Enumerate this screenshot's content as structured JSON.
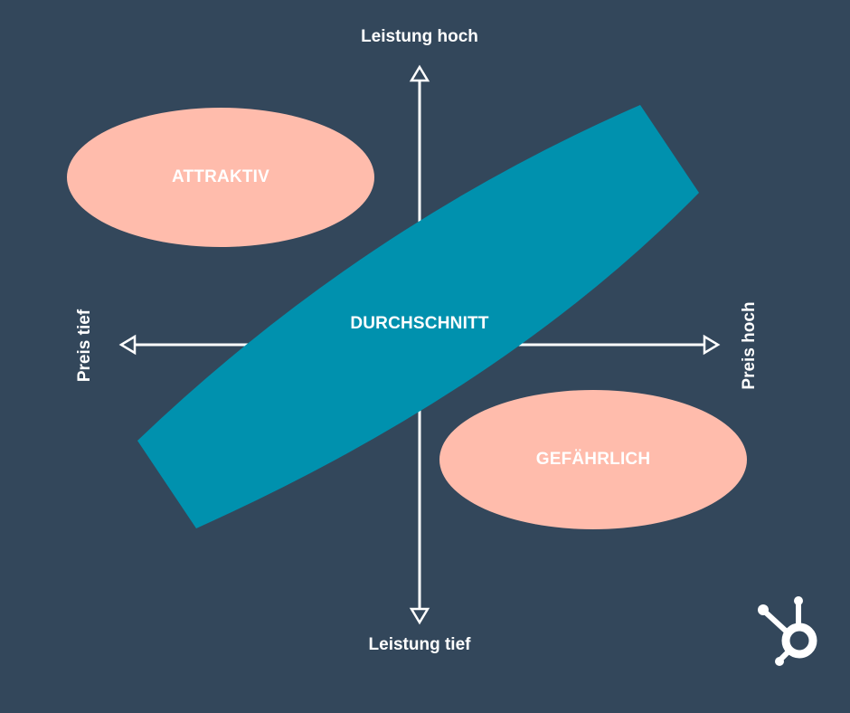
{
  "axes": {
    "top": "Leistung hoch",
    "bottom": "Leistung tief",
    "left": "Preis tief",
    "right": "Preis hoch"
  },
  "regions": {
    "attractive": "ATTRAKTIV",
    "average": "DURCHSCHNITT",
    "dangerous": "GEFÄHRLICH"
  },
  "colors": {
    "background": "#33475b",
    "axis": "#ffffff",
    "band": "#0091ae",
    "ellipse": "#ffbcac",
    "logo": "#ffffff"
  },
  "logo": {
    "icon": "hubspot-sprocket-icon"
  }
}
